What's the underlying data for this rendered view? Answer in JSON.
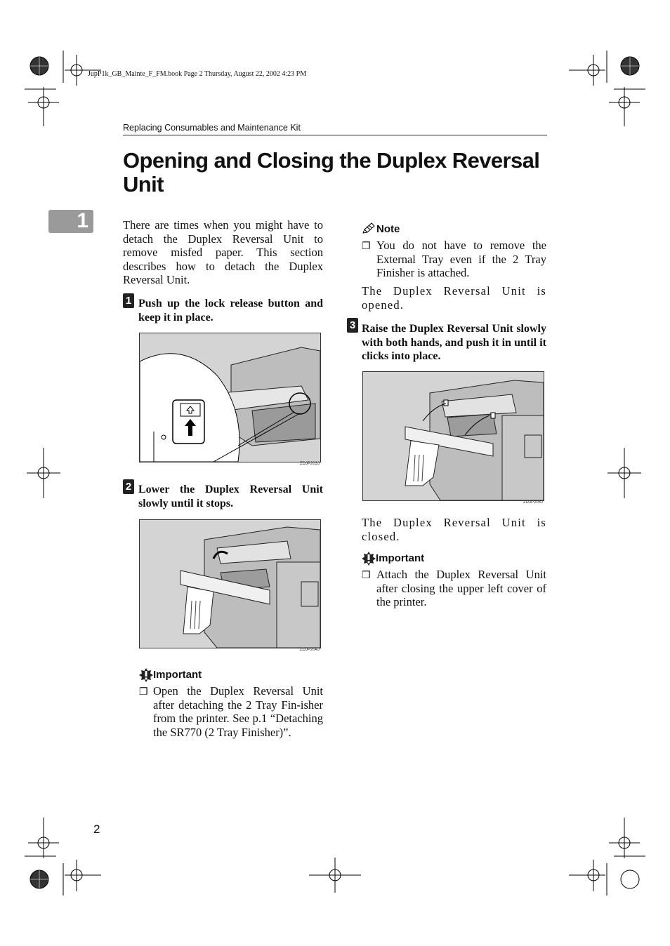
{
  "file_info": "JupP1k_GB_Mainte_F_FM.book  Page 2  Thursday, August 22, 2002  4:23 PM",
  "running_head": "Replacing Consumables and Maintenance Kit",
  "title": "Opening and Closing the Duplex Reversal Unit",
  "chapter_number": "1",
  "intro": "There are times when you might have to detach the Duplex Reversal Unit to remove misfed paper. This section describes how to detach the Duplex Reversal Unit.",
  "steps": [
    {
      "number": "1",
      "text": "Push up the lock release button and keep it in place.",
      "figure_caption": "ZDJP203J"
    },
    {
      "number": "2",
      "text": "Lower the Duplex Reversal Unit slowly until it stops.",
      "figure_caption": "ZDJP204J"
    },
    {
      "number": "3",
      "text": "Raise the Duplex Reversal Unit slowly with both hands, and push it in until it clicks into place.",
      "figure_caption": "ZDJP205J"
    }
  ],
  "important_left": {
    "label": "Important",
    "items": [
      "Open the Duplex Reversal Unit after detaching the 2 Tray Fin-isher from the printer. See p.1 “Detaching the SR770 (2 Tray Finisher)”."
    ]
  },
  "note": {
    "label": "Note",
    "items": [
      "You do not have to remove the External Tray even if the 2 Tray Finisher is attached."
    ]
  },
  "result_opened": "The Duplex Reversal Unit is opened.",
  "result_closed": "The Duplex Reversal Unit is closed.",
  "important_right": {
    "label": "Important",
    "items": [
      "Attach the Duplex Reversal Unit after closing the upper left cover of the printer."
    ]
  },
  "page_number": "2",
  "bullet_glyph": "❐"
}
